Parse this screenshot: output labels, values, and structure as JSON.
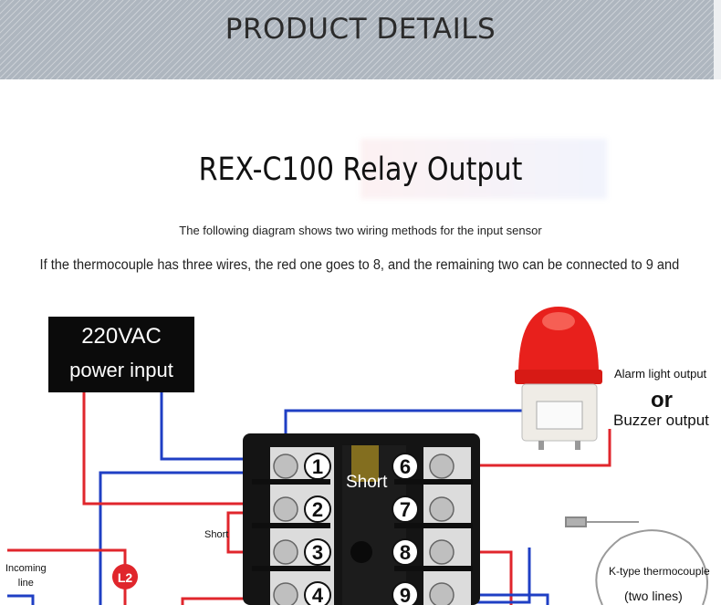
{
  "banner": {
    "title": "PRODUCT DETAILS"
  },
  "section": {
    "title": "REX-C100 Relay Output",
    "subtitle": "The following diagram shows two wiring methods for the input sensor",
    "note": "If the thermocouple has three wires, the red one goes to 8, and the remaining two can be connected to 9 and"
  },
  "diagram": {
    "power_box": {
      "line1": "220VAC",
      "line2": "power input"
    },
    "alarm_label": "Alarm light output",
    "or_label": "or",
    "buzzer_label": "Buzzer output",
    "short_top": "Short",
    "short_left": "Short",
    "incoming": {
      "line1": "Incoming",
      "line2": "line"
    },
    "l2_badge": "L2",
    "ktype_label": "K-type thermocouple",
    "two_lines_label": "(two lines)",
    "terminals": [
      "1",
      "2",
      "3",
      "4",
      "6",
      "7",
      "8",
      "9"
    ],
    "colors": {
      "red_wire": "#e0262c",
      "blue_wire": "#1f3fc4",
      "lamp": "#e8201c"
    }
  }
}
